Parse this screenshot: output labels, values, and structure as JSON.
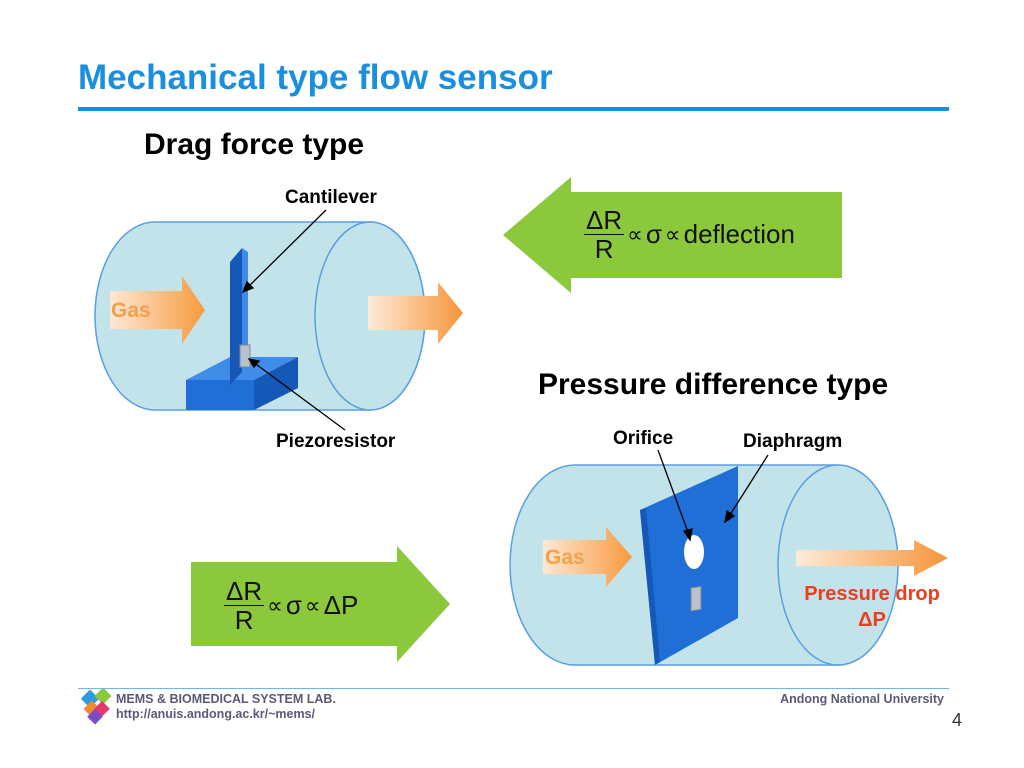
{
  "slide": {
    "title": "Mechanical type flow sensor",
    "drag": {
      "heading": "Drag force type",
      "cantilever_label": "Cantilever",
      "piezo_label": "Piezoresistor",
      "gas_label": "Gas",
      "formula": {
        "num": "ΔR",
        "den": "R",
        "prop1": "∝",
        "sigma": "σ",
        "prop2": "∝",
        "rhs": "deflection"
      }
    },
    "pressure": {
      "heading": "Pressure difference type",
      "orifice_label": "Orifice",
      "diaphragm_label": "Diaphragm",
      "gas_label": "Gas",
      "drop_line1": "Pressure drop",
      "drop_line2": "ΔP",
      "formula": {
        "num": "ΔR",
        "den": "R",
        "prop1": "∝",
        "sigma": "σ",
        "prop2": "∝",
        "rhs": "ΔP"
      }
    },
    "footer": {
      "lab_name": "MEMS & BIOMEDICAL SYSTEM LAB.",
      "url": "http://anuis.andong.ac.kr/~mems/",
      "university": "Andong National University",
      "page_number": "4"
    },
    "colors": {
      "title_blue": "#1a8fe0",
      "tube_fill": "#c2e3ea",
      "tube_stroke": "#5a9fe0",
      "green_arrow": "#8cc83c",
      "plate_blue": "#1f6fd6",
      "gas_orange": "#f5a04a",
      "pressure_red": "#f03c1e"
    }
  }
}
